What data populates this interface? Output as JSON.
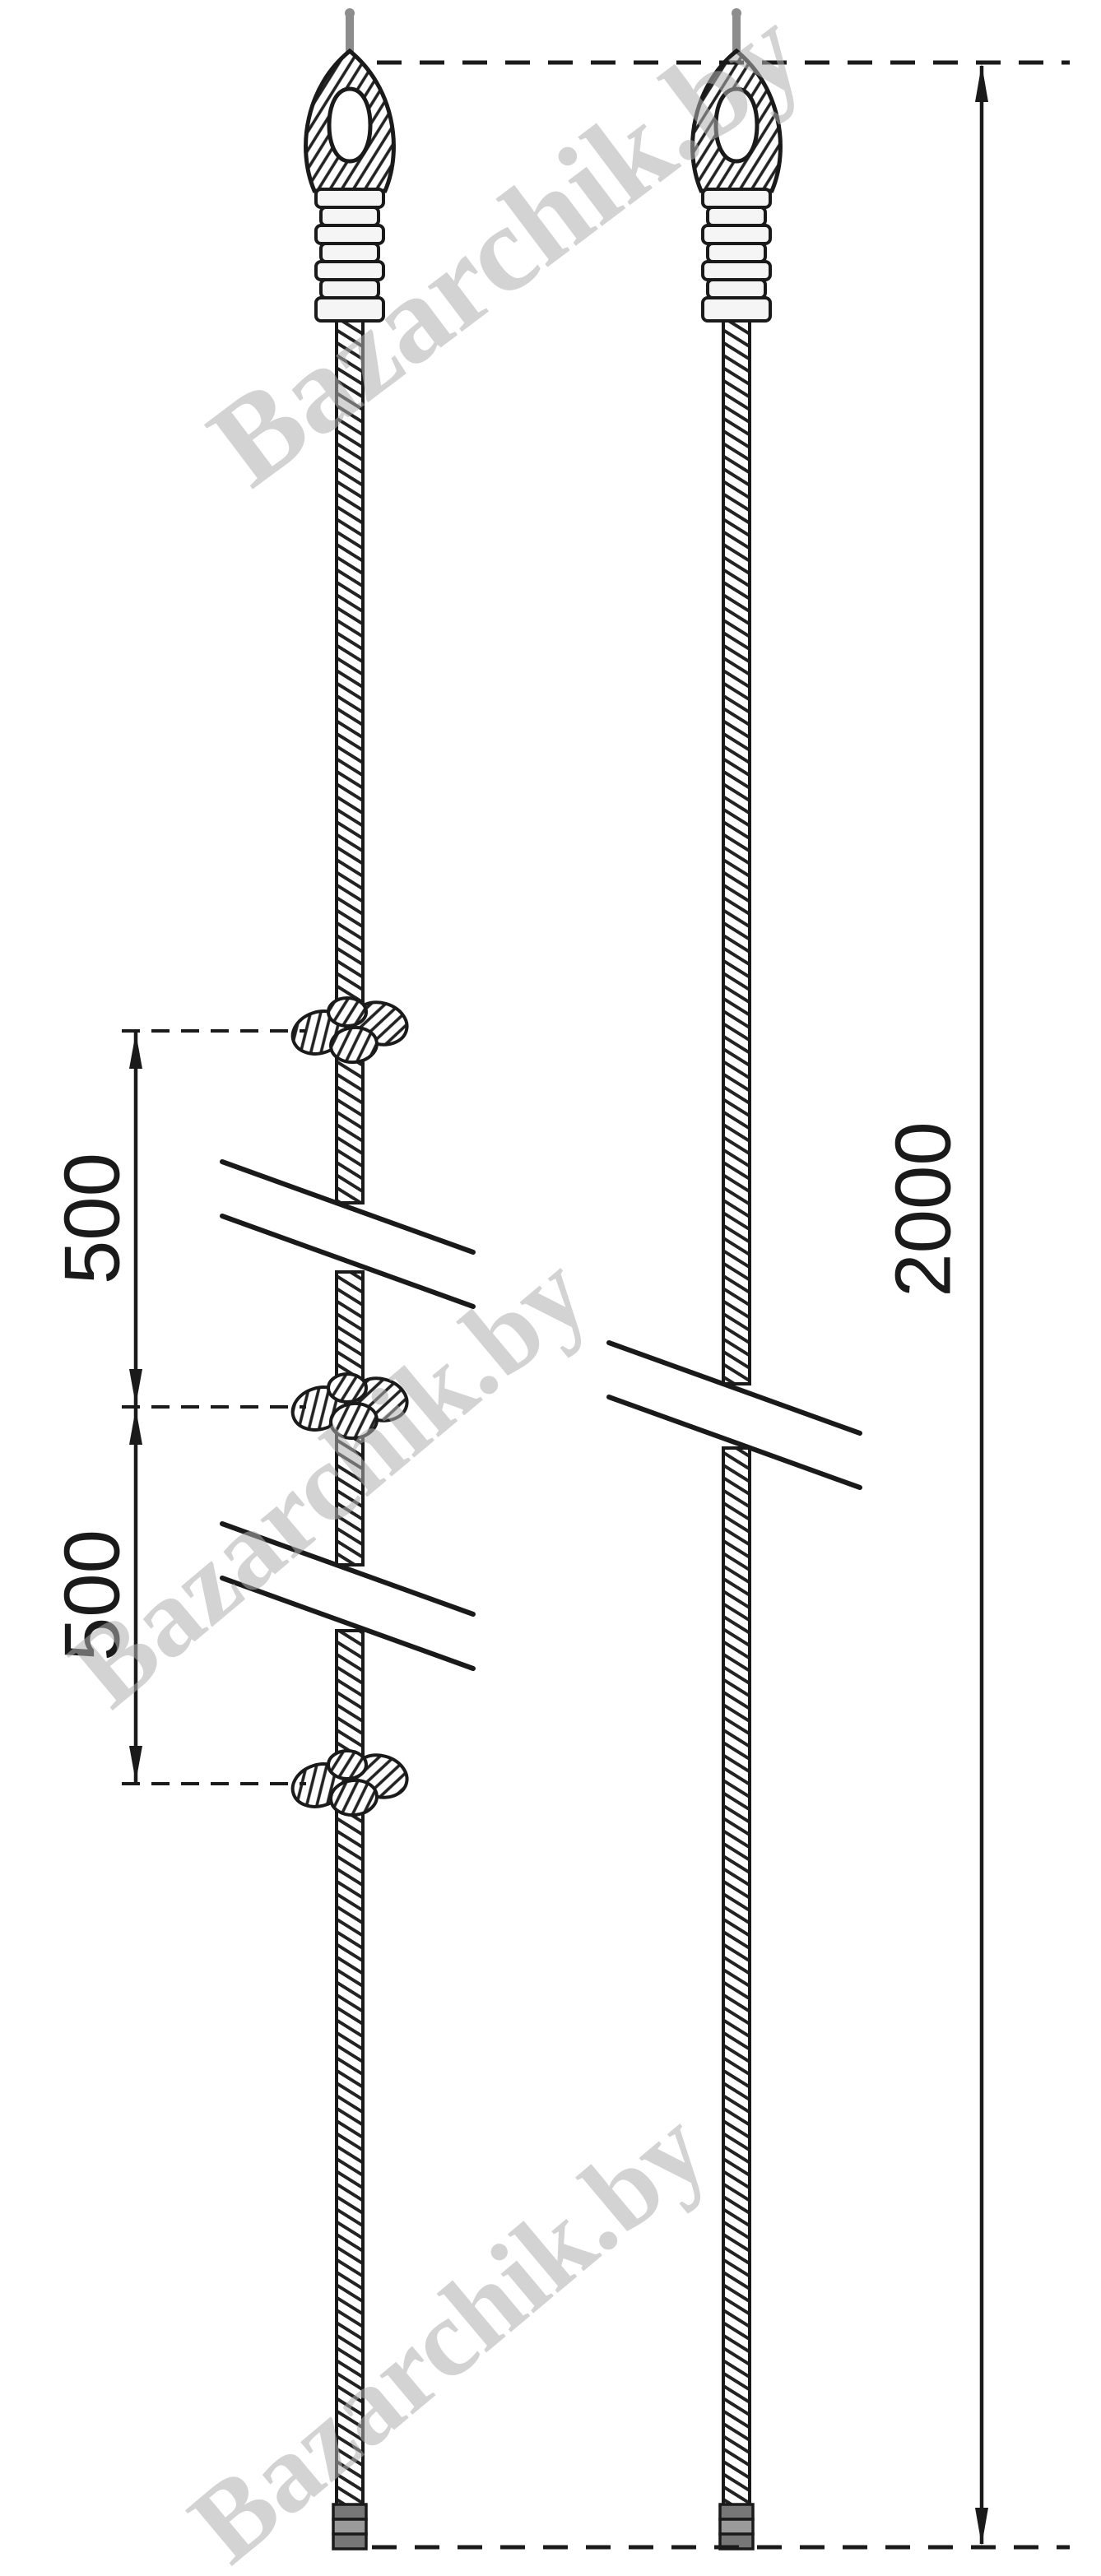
{
  "colors": {
    "line": "#1a1a1a",
    "watermark": "#b0b0b0",
    "background": "#ffffff",
    "pin_gray": "#8d8d8d"
  },
  "dimensions": {
    "upper_knot_spacing": "500",
    "lower_knot_spacing": "500",
    "overall_length": "2000"
  },
  "watermarks": [
    {
      "text": "Bazarchik.by"
    },
    {
      "text": "Bazarchik.by"
    },
    {
      "text": "Bazarchik.by"
    }
  ]
}
